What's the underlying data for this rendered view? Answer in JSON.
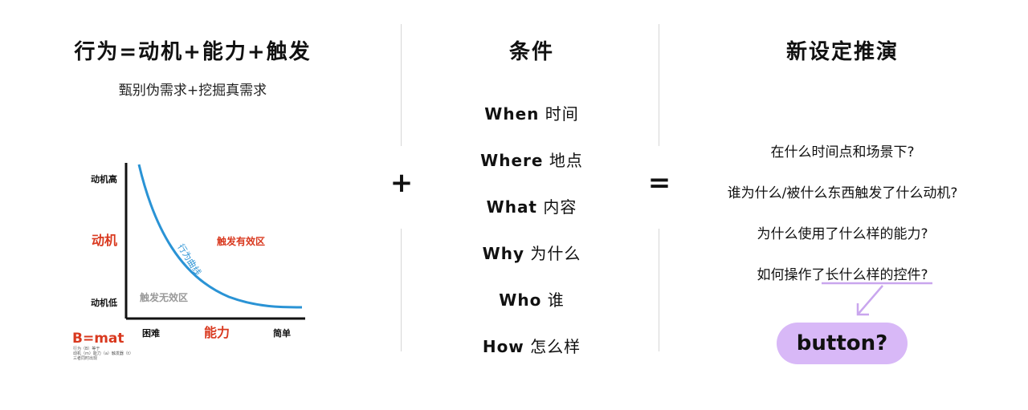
{
  "left": {
    "title": "行为=动机+能力+触发",
    "subtitle": "甄别伪需求+挖掘真需求",
    "chart": {
      "y_high": "动机高",
      "y_axis": "动机",
      "y_low": "动机低",
      "x_hard": "困难",
      "x_axis": "能力",
      "x_easy": "简单",
      "curve_label": "行为曲线",
      "zone_valid": "触发有效区",
      "zone_invalid": "触发无效区",
      "formula": "B=mat",
      "formula_note_1": "行为（B）等于",
      "formula_note_2": "动机（m）能力（a）触发器（t）",
      "formula_note_3": "三者同时出现"
    }
  },
  "operators": {
    "plus": "+",
    "equals": "="
  },
  "middle": {
    "title": "条件",
    "items": [
      {
        "en": "When",
        "zh": "时间"
      },
      {
        "en": "Where",
        "zh": "地点"
      },
      {
        "en": "What",
        "zh": "内容"
      },
      {
        "en": "Why",
        "zh": "为什么"
      },
      {
        "en": "Who",
        "zh": "谁"
      },
      {
        "en": "How",
        "zh": "怎么样"
      }
    ]
  },
  "right": {
    "title": "新设定推演",
    "questions": [
      "在什么时间点和场景下?",
      "谁为什么/被什么东西触发了什么动机?",
      "为什么使用了什么样的能力?",
      "如何操作了长什么样的控件?"
    ],
    "answer": "button?"
  },
  "colors": {
    "accent_red": "#d9391f",
    "curve_blue": "#2a93d5",
    "pill_purple": "#d8b8f7",
    "arrow_purple": "#c9a6ee",
    "divider": "#d6d6d6"
  }
}
